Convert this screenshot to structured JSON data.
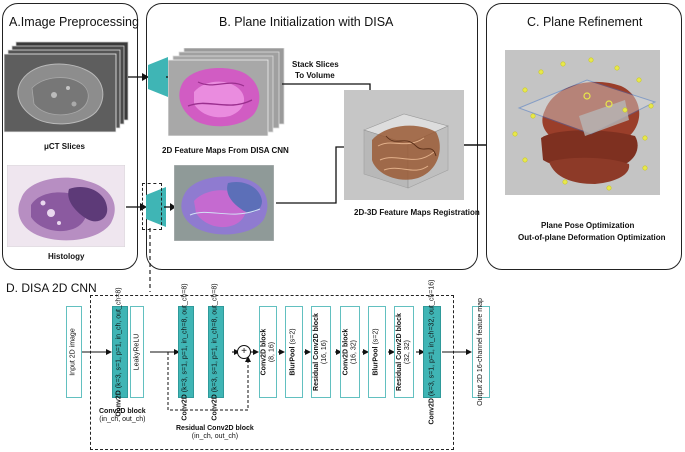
{
  "panelA": {
    "title": "A.Image Preprocessing",
    "label_uct": "μCT Slices",
    "label_histology": "Histology"
  },
  "panelB": {
    "title": "B.  Plane Initialization with DISA",
    "label_feature_maps": "2D Feature Maps From DISA CNN",
    "label_stack_line1": "Stack Slices",
    "label_stack_line2": "To Volume",
    "label_registration": "2D-3D Feature Maps Registration"
  },
  "panelC": {
    "title": "C.  Plane Refinement",
    "label_line1": "Plane Pose Optimization",
    "label_line2": "Out-of-plane Deformation Optimization"
  },
  "panelD": {
    "title": "D.   DISA 2D CNN",
    "input_label": "Input 2D image",
    "conv_block": {
      "layer1_title": "Conv2D",
      "layer1_params": "(k=3, s=1, p=1, in_ch, out_ch=8)",
      "layer2": "LeakyReLU",
      "caption_line1": "Conv2D block",
      "caption_line2": "(in_ch, out_ch)"
    },
    "residual_block": {
      "layer1_title": "Conv2D",
      "layer1_params": "(k=3, s=1, p=1, in_ch=8, out_ch=8)",
      "layer2_title": "Conv2D",
      "layer2_params": "(k=3, s=1, p=1, in_ch=8, out_ch=8)",
      "caption_line1": "Residual Conv2D block",
      "caption_line2": "(in_ch, out_ch)"
    },
    "layers": [
      {
        "title": "Conv2D block",
        "params": "(8, 16)"
      },
      {
        "title": "BlurPool",
        "params": "(s=2)"
      },
      {
        "title": "Residual Conv2D block",
        "params": "(16, 16)"
      },
      {
        "title": "Conv2D block",
        "params": "(16, 32)"
      },
      {
        "title": "BlurPool",
        "params": "(s=2)"
      },
      {
        "title": "Residual Conv2D block",
        "params": "(32, 32)"
      },
      {
        "title": "Conv2D",
        "params": "(k=3, s=1, p=1, in_ch=32, out_ch=16)"
      }
    ],
    "output_label": "Output 2D 16-channel feature map",
    "sum_symbol": "+"
  },
  "colors": {
    "teal": "#3fb5b5",
    "teal_outline": "#62c0c0",
    "magenta": "#d84fc8",
    "bronze": "#9a5a35",
    "plane_blue": "#3a70c8",
    "marker_yellow": "#e8e84a"
  }
}
